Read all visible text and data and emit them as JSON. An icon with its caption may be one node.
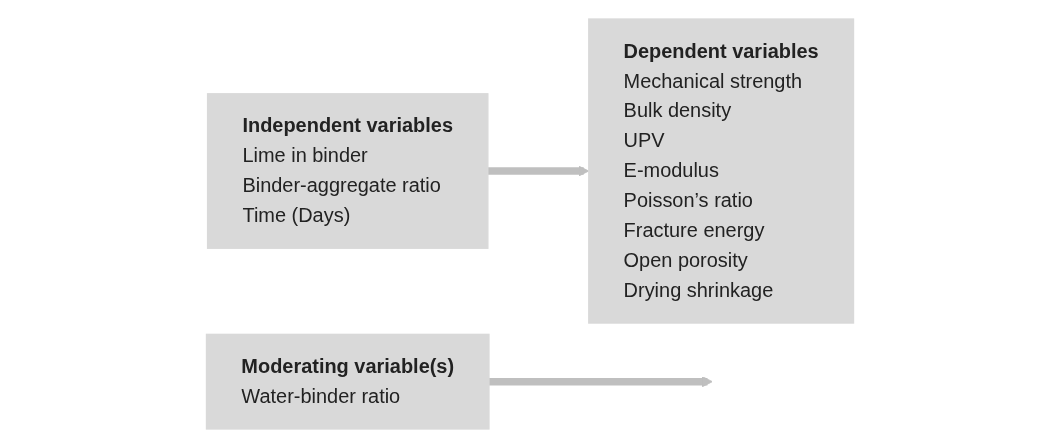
{
  "diagram": {
    "nodes": [
      {
        "text": [
          "Independent variables",
          "Lime in binder",
          "Binder-aggregate ratio",
          "Time (Days)"
        ]
      },
      {
        "text": [
          "Dependent variables",
          "Mechanical strength",
          "Bulk density",
          "UPV",
          "E-modulus",
          "Poisson’s ratio",
          "Fracture energy",
          "Open porosity",
          "Drying shrinkage"
        ]
      },
      {
        "text": [
          "Moderating variable(s)",
          "Water-binder ratio"
        ]
      }
    ],
    "edges": [
      {
        "from": 0,
        "to": 1,
        "arrow": "to"
      },
      {
        "from": 2,
        "to": null,
        "arrow": "to"
      }
    ]
  }
}
